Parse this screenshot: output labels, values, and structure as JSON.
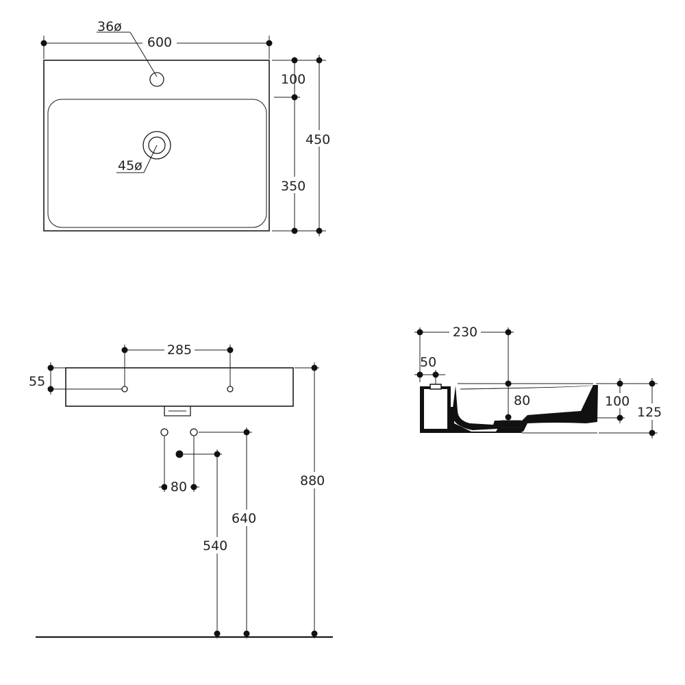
{
  "top_view": {
    "width": "600",
    "depth": "450",
    "front_to_tap_hole": "100",
    "bowl_depth": "350",
    "tap_hole": "36ø",
    "drain_hole": "45ø"
  },
  "front_view": {
    "hole_spacing": "285",
    "hole_height": "55",
    "supply_spacing": "80",
    "rim_height": "880",
    "supply_height": "640",
    "drain_height": "540"
  },
  "side_view": {
    "overall_depth": "230",
    "rear_wall": "50",
    "drain_depth": "80",
    "bowl_height": "100",
    "overall_height": "125"
  }
}
